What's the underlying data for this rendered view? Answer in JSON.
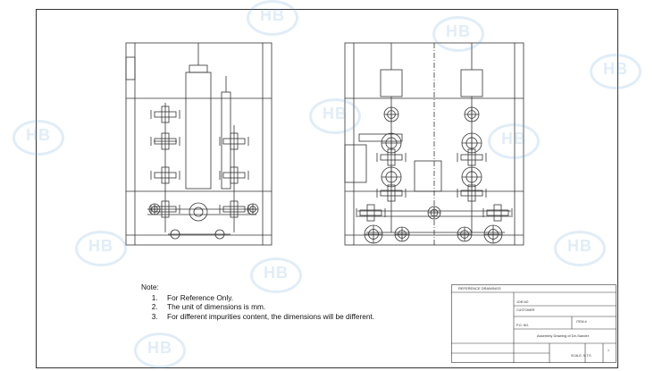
{
  "watermark": {
    "text": "HB"
  },
  "notes": {
    "heading": "Note:",
    "items": [
      "For Reference Only.",
      "The unit of dimensions is mm.",
      "For different impurities content, the dimensions will be different."
    ]
  },
  "title_block": {
    "reference_heading": "REFERENCE DRAWINGS",
    "job_no_label": "JOB NO",
    "customer_label": "CUSTOMER",
    "po_no_label": "P.O. NO.",
    "item_label": "ITEM #",
    "drawing_title": "Assembly Drawing of De-Sander",
    "scale": "SCALE: N.T.S.",
    "sheet_no": "1"
  },
  "colors": {
    "line": "#333333",
    "watermark": "#5aa0de"
  }
}
